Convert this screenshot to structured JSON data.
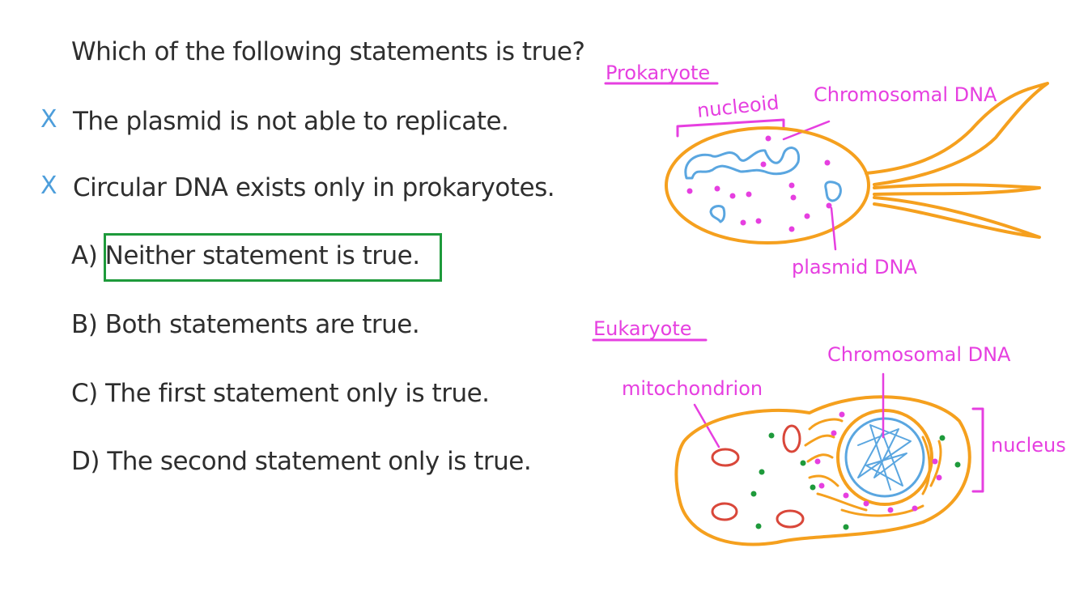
{
  "question": "Which of the following statements is true?",
  "statements": [
    {
      "mark": "X",
      "text": "The plasmid is not able to replicate."
    },
    {
      "mark": "X",
      "text": "Circular DNA exists only in prokaryotes."
    }
  ],
  "options": [
    {
      "letter": "A)",
      "text": "Neither statement is true.",
      "correct": true
    },
    {
      "letter": "B)",
      "text": "Both statements are true."
    },
    {
      "letter": "C)",
      "text": "The first statement only is true."
    },
    {
      "letter": "D)",
      "text": "The second statement only is true."
    }
  ],
  "prokaryote": {
    "title": "Prokaryote",
    "labels": {
      "nucleoid": "nucleoid",
      "chromosomal": "Chromosomal DNA",
      "plasmid": "plasmid DNA"
    }
  },
  "eukaryote": {
    "title": "Eukaryote",
    "labels": {
      "chromosomal": "Chromosomal DNA",
      "mitochondrion": "mitochondrion",
      "nucleus": "nucleus"
    }
  },
  "colors": {
    "text": "#2e2e2e",
    "cross": "#4d9edb",
    "correct_box": "#1e9a3b",
    "membrane": "#f5a01e",
    "label": "#e63fe0",
    "dna": "#5aa6e0",
    "mitochondria": "#d9473a"
  }
}
